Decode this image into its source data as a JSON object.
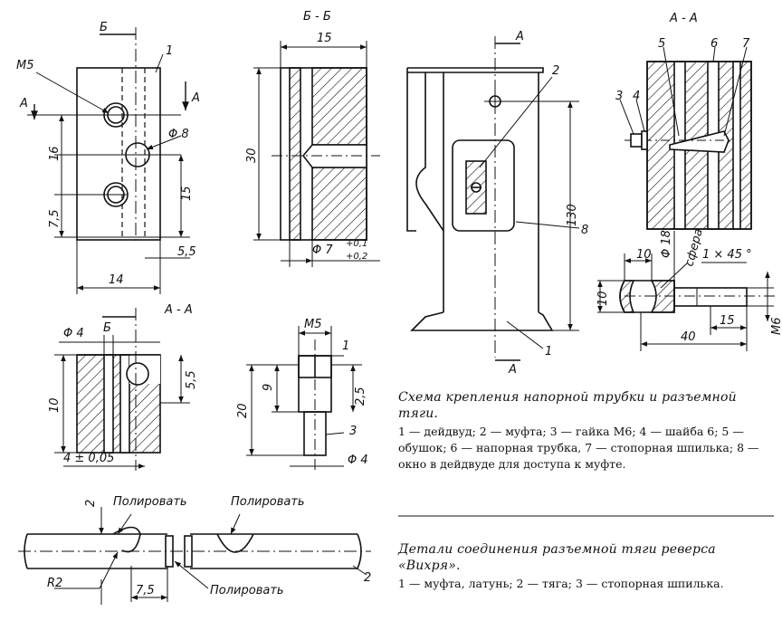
{
  "captions": {
    "scheme_title": "Схема крепления напорной трубки и разъемной тяги.",
    "scheme_legend": "1 — дейдвуд; 2 — муфта; 3 — гайка М6; 4 — шайба 6; 5 — обушок; 6 — напорная трубка, 7 — стопорная шпилька; 8 — окно в дейдвуде для доступа к муфте.",
    "details_title": "Детали соединения разъемной тяги реверса «Вихря».",
    "details_legend": "1 — муфта, латунь; 2 — тяга; 3 — стопорная шпилька."
  },
  "section_labels": {
    "bb": "Б - Б",
    "aa_top_right": "А - А",
    "aa_bottom_left": "А - А",
    "b": "Б",
    "a": "А"
  },
  "dimensions": {
    "m5": "М5",
    "phi8": "Φ 8",
    "d16": "16",
    "d15": "15",
    "d7_5": "7,5",
    "d5_5": "5,5",
    "d14": "14",
    "d30": "30",
    "d15_top": "15",
    "phi7": "Φ 7",
    "tol_plus": "+0,1",
    "tol_plus2": "+0,2",
    "phi4": "Φ 4",
    "d10": "10",
    "d4_tol": "4 ± 0,05",
    "d5_5b": "5,5",
    "d20": "20",
    "d9": "9",
    "d1": "1",
    "d2_5": "2,5",
    "phi4b": "Φ 4",
    "d130": "130",
    "d10b": "10",
    "phi18": "Φ 18",
    "sfera": "сфера",
    "chamfer": "1 × 45 °",
    "d10c": "10",
    "d15b": "15",
    "d40": "40",
    "m6": "М6",
    "r2": "R2",
    "d7_5b": "7,5",
    "d2": "2"
  },
  "notes": {
    "polish1": "Полировать",
    "polish2": "Полировать",
    "polish3": "Полировать"
  },
  "callouts": {
    "n1": "1",
    "n2": "2",
    "n3": "3",
    "n4": "4",
    "n5": "5",
    "n6": "6",
    "n7": "7",
    "n8": "8",
    "n1b": "1",
    "n2b": "2",
    "n3b": "3"
  }
}
